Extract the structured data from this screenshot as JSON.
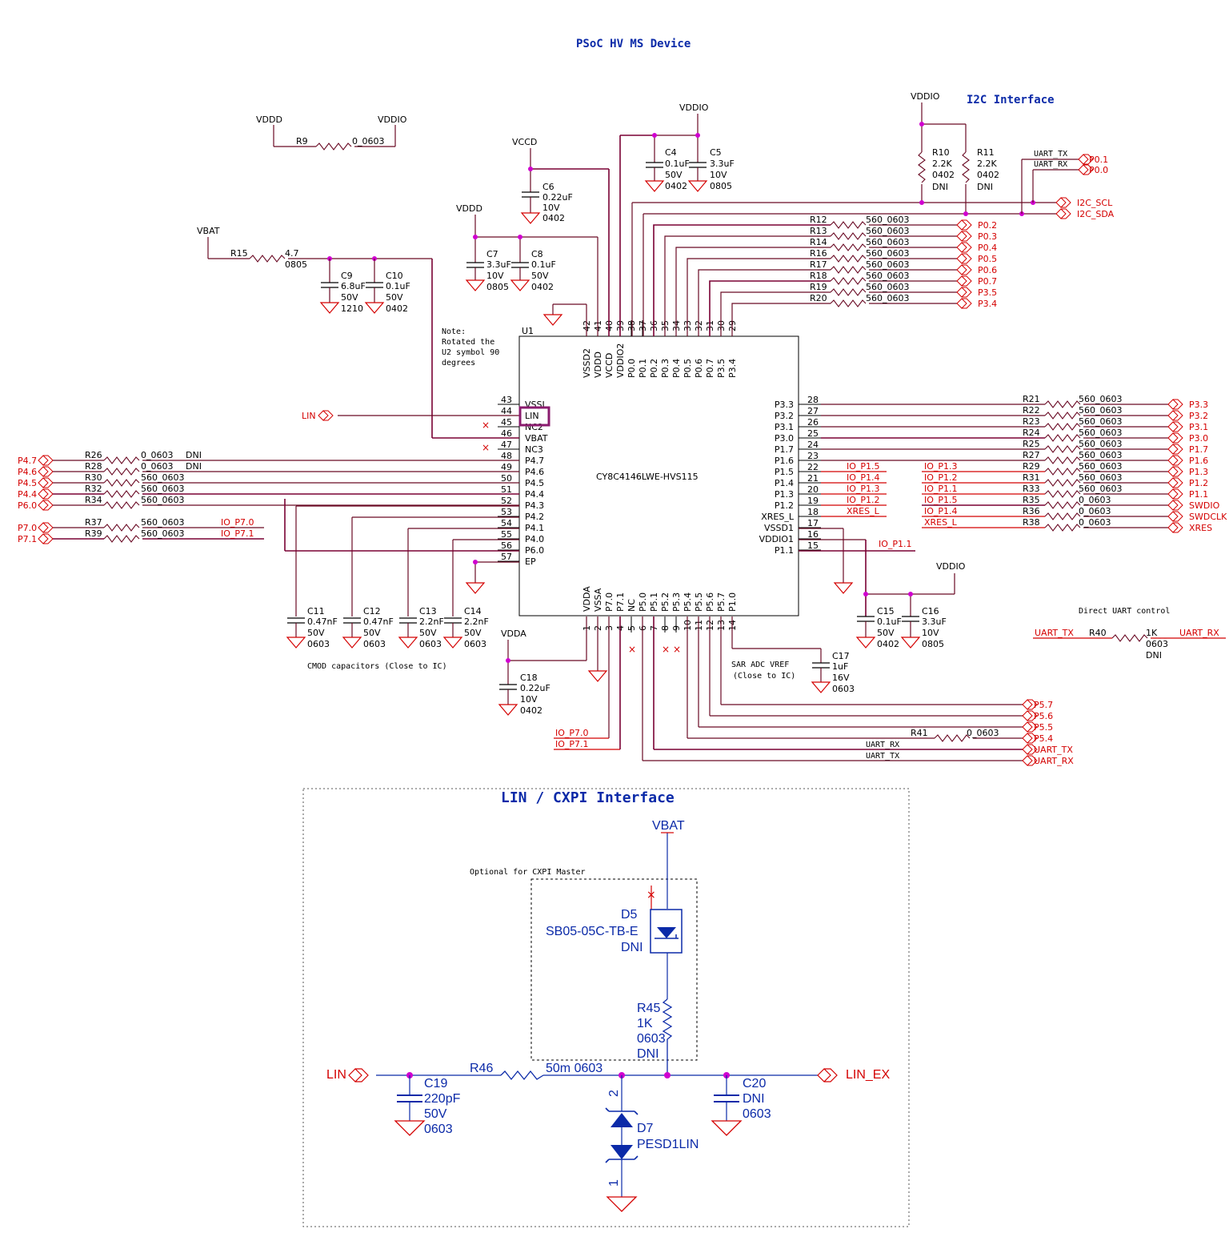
{
  "titles": {
    "main": "PSoC HV MS Device",
    "i2c": "I2C Interface",
    "lin": "LIN / CXPI Interface",
    "optional": "Optional for CXPI Master",
    "cmod_note": "CMOD capacitors (Close to IC)",
    "sar_note_1": "SAR ADC VREF",
    "sar_note_2": "(Close to IC)",
    "direct_uart": "Direct UART control",
    "rotate_note": [
      "Note:",
      "Rotated the",
      "U2 symbol 90",
      "degrees"
    ]
  },
  "ic": {
    "ref": "U1",
    "part": "CY8C4146LWE-HVS115",
    "top_pins": [
      {
        "num": "42",
        "name": "VSSD2"
      },
      {
        "num": "41",
        "name": "VDDD"
      },
      {
        "num": "40",
        "name": "VCCD"
      },
      {
        "num": "39",
        "name": "VDDIO2"
      },
      {
        "num": "38",
        "name": "P0.0"
      },
      {
        "num": "37",
        "name": "P0.1"
      },
      {
        "num": "36",
        "name": "P0.2"
      },
      {
        "num": "35",
        "name": "P0.3"
      },
      {
        "num": "34",
        "name": "P0.4"
      },
      {
        "num": "33",
        "name": "P0.5"
      },
      {
        "num": "32",
        "name": "P0.6"
      },
      {
        "num": "31",
        "name": "P0.7"
      },
      {
        "num": "30",
        "name": "P3.5"
      },
      {
        "num": "29",
        "name": "P3.4"
      }
    ],
    "left_pins": [
      {
        "num": "43",
        "name": "VSSI"
      },
      {
        "num": "44",
        "name": "LIN"
      },
      {
        "num": "45",
        "name": "NC2"
      },
      {
        "num": "46",
        "name": "VBAT"
      },
      {
        "num": "47",
        "name": "NC3"
      },
      {
        "num": "48",
        "name": "P4.7"
      },
      {
        "num": "49",
        "name": "P4.6"
      },
      {
        "num": "50",
        "name": "P4.5"
      },
      {
        "num": "51",
        "name": "P4.4"
      },
      {
        "num": "52",
        "name": "P4.3"
      },
      {
        "num": "53",
        "name": "P4.2"
      },
      {
        "num": "54",
        "name": "P4.1"
      },
      {
        "num": "55",
        "name": "P4.0"
      },
      {
        "num": "56",
        "name": "P6.0"
      },
      {
        "num": "57",
        "name": "EP"
      }
    ],
    "right_pins": [
      {
        "num": "28",
        "name": "P3.3"
      },
      {
        "num": "27",
        "name": "P3.2"
      },
      {
        "num": "26",
        "name": "P3.1"
      },
      {
        "num": "25",
        "name": "P3.0"
      },
      {
        "num": "24",
        "name": "P1.7"
      },
      {
        "num": "23",
        "name": "P1.6"
      },
      {
        "num": "22",
        "name": "P1.5"
      },
      {
        "num": "21",
        "name": "P1.4"
      },
      {
        "num": "20",
        "name": "P1.3"
      },
      {
        "num": "19",
        "name": "P1.2"
      },
      {
        "num": "18",
        "name": "XRES_L"
      },
      {
        "num": "17",
        "name": "VSSD1"
      },
      {
        "num": "16",
        "name": "VDDIO1"
      },
      {
        "num": "15",
        "name": "P1.1"
      }
    ],
    "bottom_pins": [
      {
        "num": "1",
        "name": "VDDA"
      },
      {
        "num": "2",
        "name": "VSSA"
      },
      {
        "num": "3",
        "name": "P7.0"
      },
      {
        "num": "4",
        "name": "P7.1"
      },
      {
        "num": "5",
        "name": "NC"
      },
      {
        "num": "6",
        "name": "P5.0"
      },
      {
        "num": "7",
        "name": "P5.1"
      },
      {
        "num": "8",
        "name": "P5.2"
      },
      {
        "num": "9",
        "name": "P5.3"
      },
      {
        "num": "10",
        "name": "P5.4"
      },
      {
        "num": "11",
        "name": "P5.5"
      },
      {
        "num": "12",
        "name": "P5.6"
      },
      {
        "num": "13",
        "name": "P5.7"
      },
      {
        "num": "14",
        "name": "P1.0"
      }
    ]
  },
  "power_labels": {
    "vddd_a": "VDDD",
    "vddio_a": "VDDIO",
    "vccd": "VCCD",
    "vddio_b": "VDDIO",
    "vddio_c": "VDDIO",
    "vbat": "VBAT",
    "vddd_b": "VDDD",
    "vddio_d": "VDDIO",
    "vdda": "VDDA",
    "vbat_lin": "VBAT"
  },
  "resistors_top": [
    {
      "ref": "R9",
      "val": "0_0603"
    },
    {
      "ref": "R15",
      "val": "4.7",
      "pkg": "0805"
    },
    {
      "ref": "R10",
      "val": "2.2K",
      "pkg": "0402",
      "dni": "DNI"
    },
    {
      "ref": "R11",
      "val": "2.2K",
      "pkg": "0402",
      "dni": "DNI"
    }
  ],
  "caps_top": [
    {
      "ref": "C4",
      "val": "0.1uF",
      "v": "50V",
      "pkg": "0402"
    },
    {
      "ref": "C5",
      "val": "3.3uF",
      "v": "10V",
      "pkg": "0805"
    },
    {
      "ref": "C6",
      "val": "0.22uF",
      "v": "10V",
      "pkg": "0402"
    },
    {
      "ref": "C7",
      "val": "3.3uF",
      "v": "10V",
      "pkg": "0805"
    },
    {
      "ref": "C8",
      "val": "0.1uF",
      "v": "50V",
      "pkg": "0402"
    },
    {
      "ref": "C9",
      "val": "6.8uF",
      "v": "50V",
      "pkg": "1210"
    },
    {
      "ref": "C10",
      "val": "0.1uF",
      "v": "50V",
      "pkg": "0402"
    }
  ],
  "p0_resistors": [
    {
      "ref": "R12",
      "val": "560_0603",
      "net": "P0.2"
    },
    {
      "ref": "R13",
      "val": "560_0603",
      "net": "P0.3"
    },
    {
      "ref": "R14",
      "val": "560_0603",
      "net": "P0.4"
    },
    {
      "ref": "R16",
      "val": "560_0603",
      "net": "P0.5"
    },
    {
      "ref": "R17",
      "val": "560_0603",
      "net": "P0.6"
    },
    {
      "ref": "R18",
      "val": "560_0603",
      "net": "P0.7"
    },
    {
      "ref": "R19",
      "val": "560_0603",
      "net": "P3.5"
    },
    {
      "ref": "R20",
      "val": "560_0603",
      "net": "P3.4"
    }
  ],
  "i2c_nets": {
    "uart_tx": "UART_TX",
    "uart_rx": "UART_RX",
    "p01": "P0.1",
    "p00": "P0.0",
    "scl": "I2C_SCL",
    "sda": "I2C_SDA"
  },
  "right_resistors": [
    {
      "ref": "R21",
      "val": "560_0603",
      "net": "P3.3"
    },
    {
      "ref": "R22",
      "val": "560_0603",
      "net": "P3.2"
    },
    {
      "ref": "R23",
      "val": "560_0603",
      "net": "P3.1"
    },
    {
      "ref": "R24",
      "val": "560_0603",
      "net": "P3.0"
    },
    {
      "ref": "R25",
      "val": "560_0603",
      "net": "P1.7"
    },
    {
      "ref": "R27",
      "val": "560_0603",
      "net": "P1.6"
    },
    {
      "ref": "R29",
      "val": "560_0603",
      "net": "P1.3",
      "io": "IO_P1.3"
    },
    {
      "ref": "R31",
      "val": "560_0603",
      "net": "P1.2",
      "io": "IO_P1.2"
    },
    {
      "ref": "R33",
      "val": "560_0603",
      "net": "P1.1",
      "io": "IO_P1.1"
    },
    {
      "ref": "R35",
      "val": "0_0603",
      "net": "SWDIO",
      "io": "IO_P1.5"
    },
    {
      "ref": "R36",
      "val": "0_0603",
      "net": "SWDCLK",
      "io": "IO_P1.4"
    },
    {
      "ref": "R38",
      "val": "0_0603",
      "net": "XRES",
      "io": "XRES_L"
    }
  ],
  "right_io_labels": [
    "IO_P1.5",
    "IO_P1.4",
    "IO_P1.3",
    "IO_P1.2",
    "XRES_L"
  ],
  "io_p11": "IO_P1.1",
  "left_resistors": [
    {
      "ref": "R26",
      "val": "0_0603",
      "dni": "DNI",
      "net": "P4.7"
    },
    {
      "ref": "R28",
      "val": "0_0603",
      "dni": "DNI",
      "net": "P4.6"
    },
    {
      "ref": "R30",
      "val": "560_0603",
      "net": "P4.5"
    },
    {
      "ref": "R32",
      "val": "560_0603",
      "net": "P4.4"
    },
    {
      "ref": "R34",
      "val": "560_0603",
      "net": "P6.0"
    },
    {
      "ref": "R37",
      "val": "560_0603",
      "net": "P7.0",
      "io": "IO_P7.0"
    },
    {
      "ref": "R39",
      "val": "560_0603",
      "net": "P7.1",
      "io": "IO_P7.1"
    }
  ],
  "lin_port": "LIN",
  "caps_bottom": [
    {
      "ref": "C11",
      "val": "0.47nF",
      "v": "50V",
      "pkg": "0603"
    },
    {
      "ref": "C12",
      "val": "0.47nF",
      "v": "50V",
      "pkg": "0603"
    },
    {
      "ref": "C13",
      "val": "2.2nF",
      "v": "50V",
      "pkg": "0603"
    },
    {
      "ref": "C14",
      "val": "2.2nF",
      "v": "50V",
      "pkg": "0603"
    },
    {
      "ref": "C15",
      "val": "0.1uF",
      "v": "50V",
      "pkg": "0402"
    },
    {
      "ref": "C16",
      "val": "3.3uF",
      "v": "10V",
      "pkg": "0805"
    },
    {
      "ref": "C17",
      "val": "1uF",
      "v": "16V",
      "pkg": "0603"
    },
    {
      "ref": "C18",
      "val": "0.22uF",
      "v": "10V",
      "pkg": "0402"
    }
  ],
  "bottom_io": {
    "p70": "IO_P7.0",
    "p71": "IO_P7.1"
  },
  "p5_nets": [
    "P5.7",
    "P5.6",
    "P5.5",
    "P5.4",
    "UART_TX",
    "UART_RX"
  ],
  "r41": {
    "ref": "R41",
    "val": "0_0603"
  },
  "uart_small": {
    "rx": "UART_RX",
    "tx": "UART_TX"
  },
  "r40": {
    "tx": "UART_TX",
    "ref": "R40",
    "val": "1K",
    "pkg": "0603",
    "dni": "DNI",
    "rx": "UART_RX"
  },
  "lin_section": {
    "d5": {
      "ref": "D5",
      "part": "SB05-05C-TB-E",
      "dni": "DNI"
    },
    "r45": {
      "ref": "R45",
      "val": "1K",
      "pkg": "0603",
      "dni": "DNI"
    },
    "r46": {
      "ref": "R46",
      "val": "50m 0603"
    },
    "c19": {
      "ref": "C19",
      "val": "220pF",
      "v": "50V",
      "pkg": "0603"
    },
    "c20": {
      "ref": "C20",
      "val": "DNI",
      "pkg": "0603"
    },
    "d7": {
      "ref": "D7",
      "part": "PESD1LIN",
      "pin2": "2",
      "pin1": "1"
    },
    "lin_in": "LIN",
    "lin_ex": "LIN_EX"
  }
}
